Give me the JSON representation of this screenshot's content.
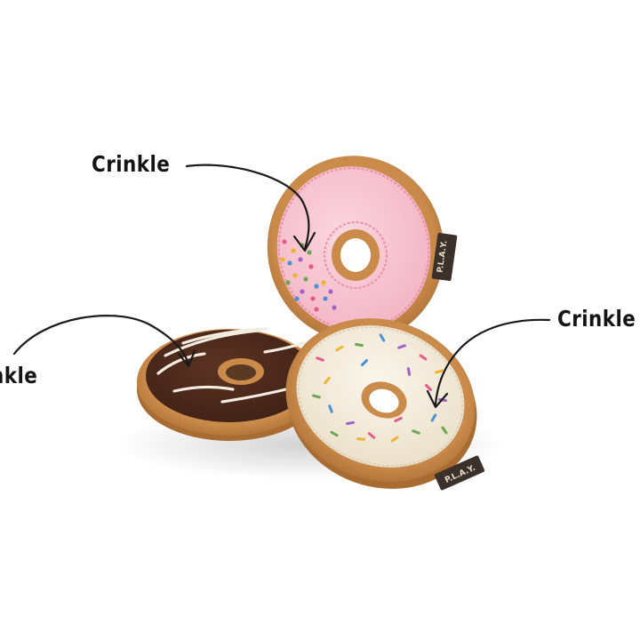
{
  "image": {
    "background": "#ffffff",
    "subject": "three plush donut dog toys",
    "donuts": [
      {
        "glaze": "pink",
        "glaze_color": "#f6c2cf",
        "sprinkle_colors": [
          "#e85a8c",
          "#f0b330",
          "#6aa84f",
          "#4a90d9",
          "#a560c8"
        ]
      },
      {
        "glaze": "chocolate",
        "glaze_color": "#4e2a1c",
        "drizzle_color": "#f3ece1"
      },
      {
        "glaze": "vanilla",
        "glaze_color": "#f3ebd9",
        "sprinkle_colors": [
          "#e85a8c",
          "#f0b330",
          "#6aa84f",
          "#4a90d9",
          "#a560c8"
        ]
      }
    ],
    "dough_color": "#c98a4a",
    "tag_color": "#3b302a",
    "tag_text": "P.L.A.Y."
  },
  "callouts": {
    "top": "Crinkle",
    "right": "Crinkle",
    "left": "Crinkle"
  },
  "arrow_color": "#1a1a1a"
}
